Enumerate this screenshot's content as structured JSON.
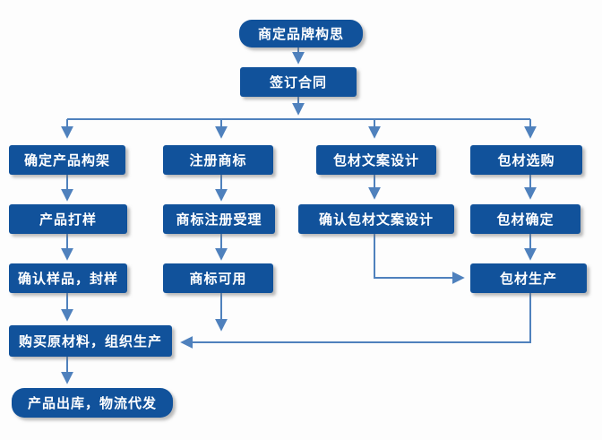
{
  "colors": {
    "node": "#11529b",
    "arrow": "#4f81bd",
    "text": "#ffffff",
    "background": "#fdfdfd",
    "shadow": "rgba(120,120,120,0.5)"
  },
  "nodes": {
    "brand_idea": {
      "label": "商定品牌构思"
    },
    "sign_contract": {
      "label": "签订合同"
    },
    "product_framework": {
      "label": "确定产品构架"
    },
    "register_trademark": {
      "label": "注册商标"
    },
    "packaging_copy_design": {
      "label": "包材文案设计"
    },
    "packaging_purchase": {
      "label": "包材选购"
    },
    "product_sampling": {
      "label": "产品打样"
    },
    "trademark_acceptance": {
      "label": "商标注册受理"
    },
    "confirm_packaging_copy": {
      "label": "确认包材文案设计"
    },
    "packaging_confirm": {
      "label": "包材确定"
    },
    "confirm_sample": {
      "label": "确认样品，封样"
    },
    "trademark_available": {
      "label": "商标可用"
    },
    "packaging_production": {
      "label": "包材生产"
    },
    "purchase_materials": {
      "label": "购买原材料，组织生产"
    },
    "product_delivery": {
      "label": "产品出库，物流代发"
    }
  }
}
